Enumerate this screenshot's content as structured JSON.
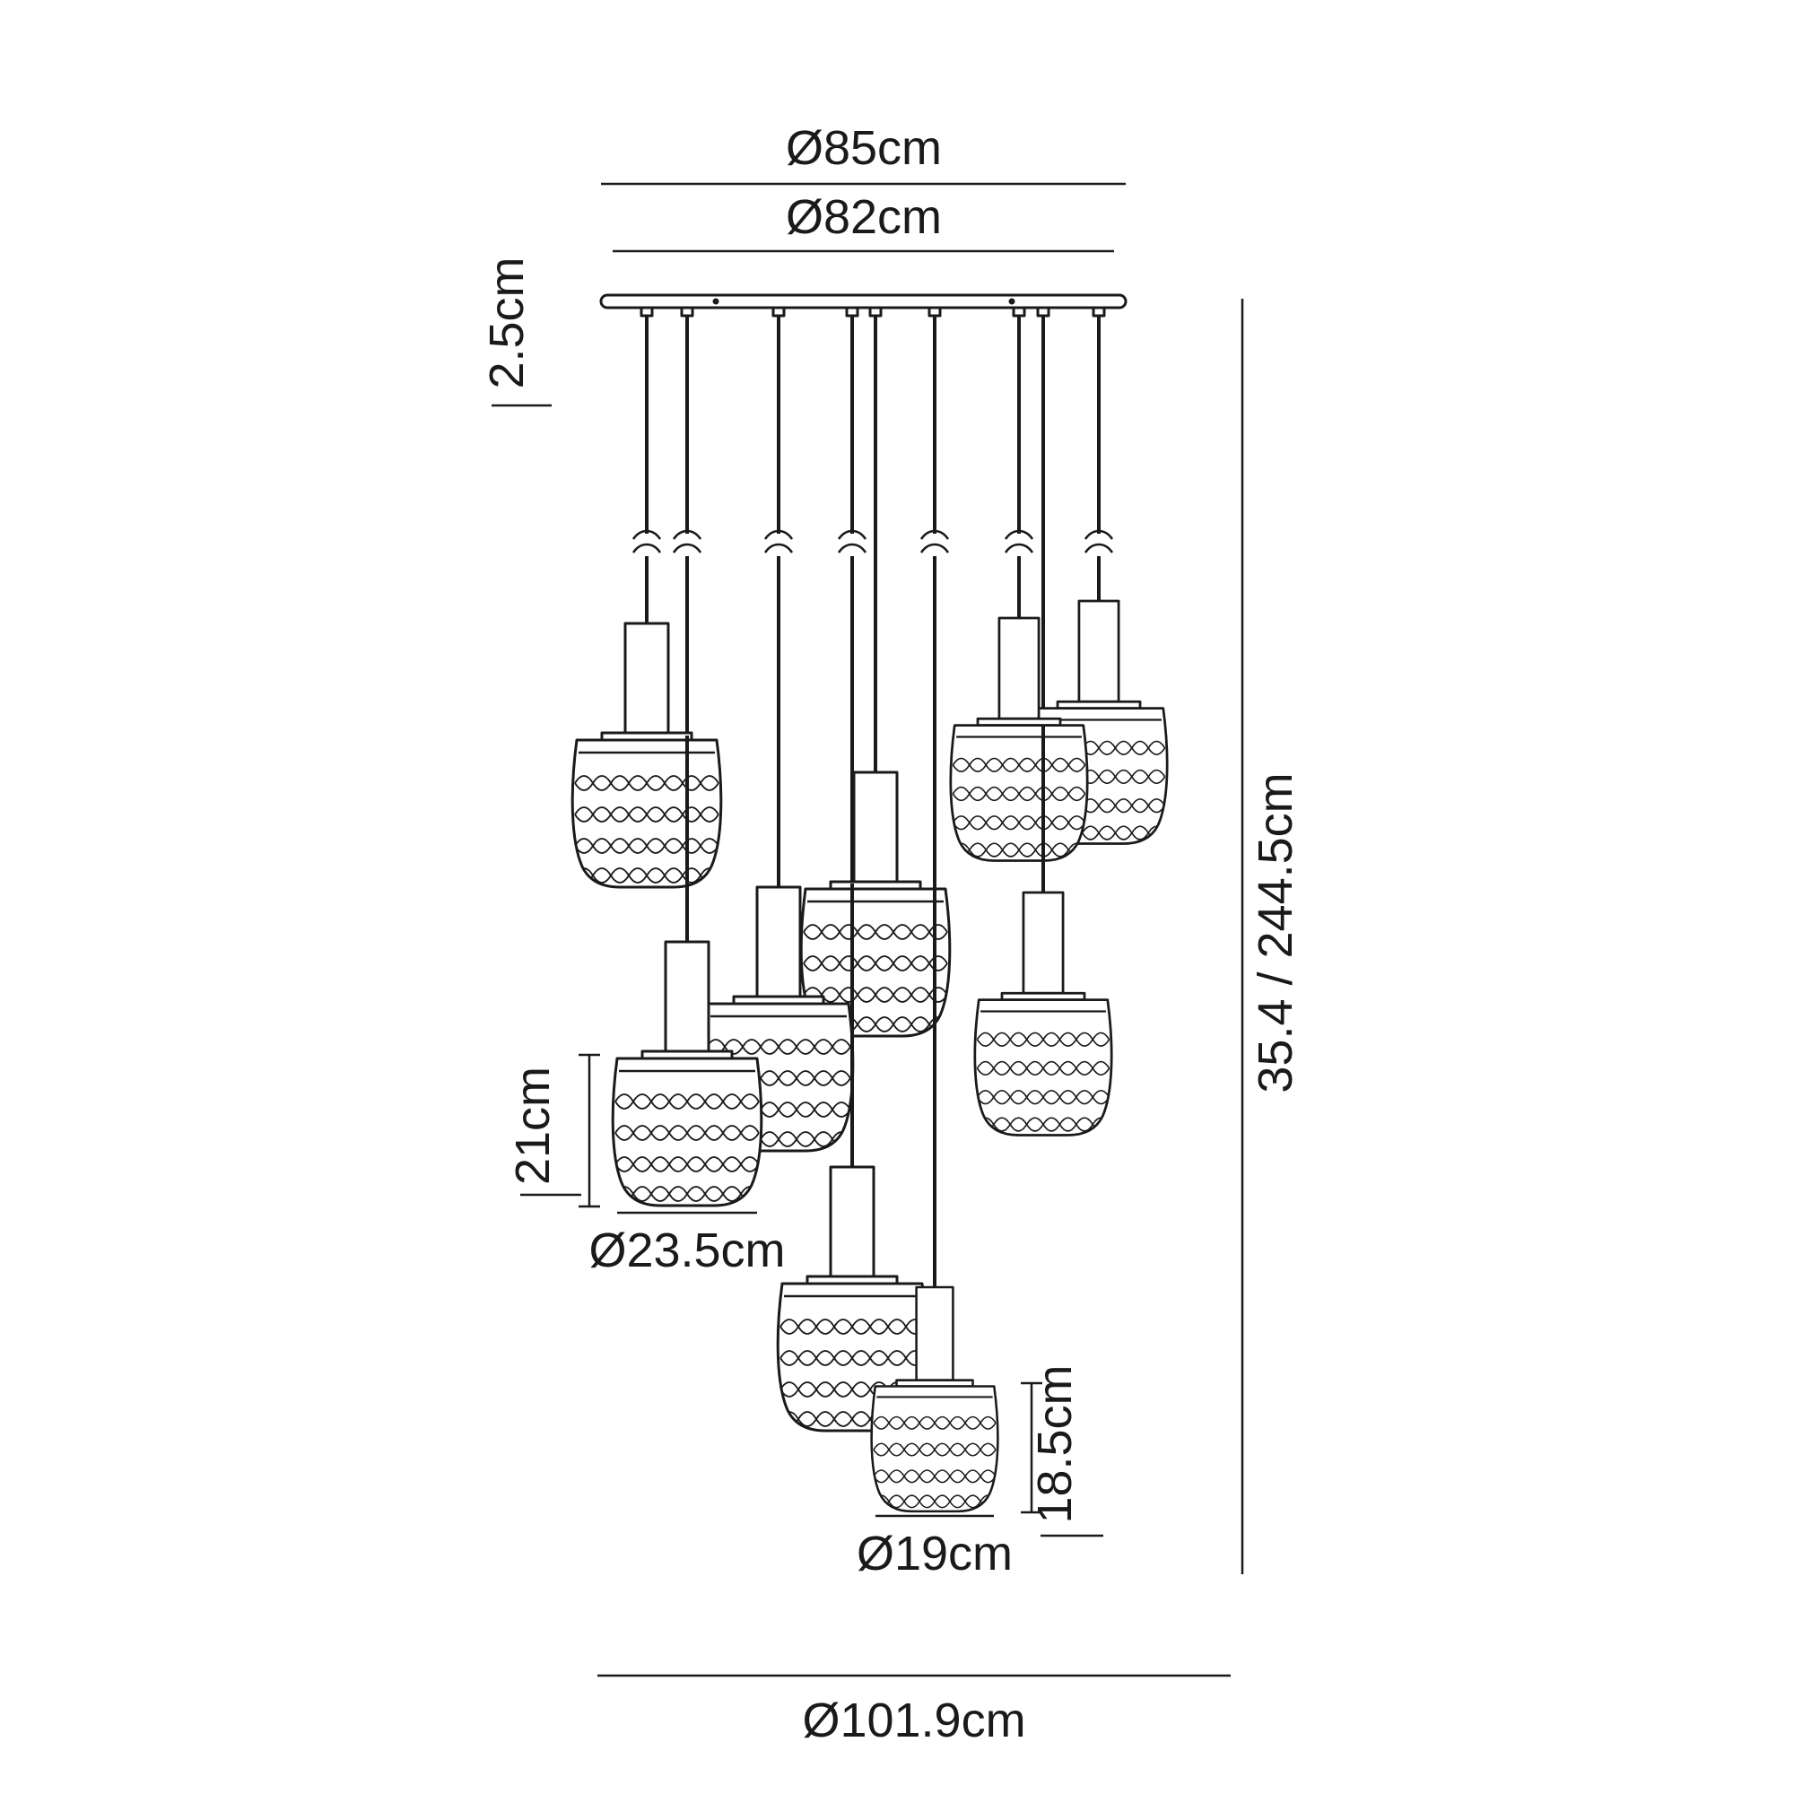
{
  "diagram": {
    "labels": {
      "outer_width": "Ø85cm",
      "plate_width": "Ø82cm",
      "plate_height": "2.5cm",
      "drop_range": "35.4 / 244.5cm",
      "large_shade_height": "21cm",
      "large_shade_diameter": "Ø23.5cm",
      "small_shade_height": "18.5cm",
      "small_shade_diameter": "Ø19cm",
      "overall_spread": "Ø101.9cm"
    },
    "colors": {
      "line": "#1a1a1a",
      "background": "#ffffff"
    }
  }
}
